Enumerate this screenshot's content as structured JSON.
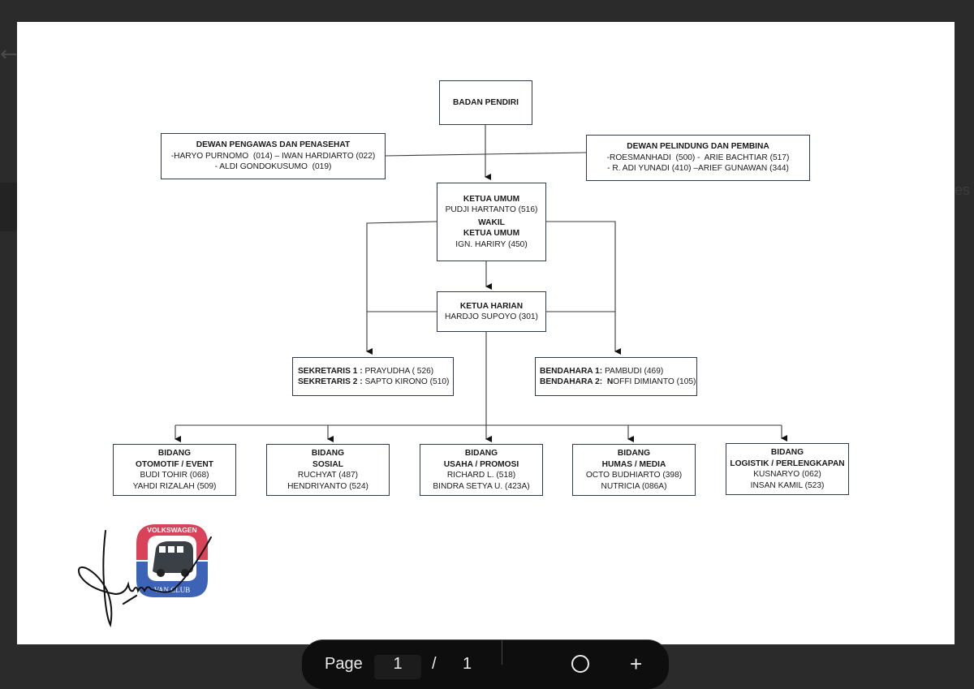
{
  "viewer": {
    "back_icon": "arrow-left-icon",
    "toolbar": {
      "page_label": "Page",
      "current_page": "1",
      "separator": "/",
      "total_pages": "1",
      "zoom_icon": "magnifier-icon",
      "zoom_in_label": "+"
    },
    "background_ghost_text": "es"
  },
  "colors": {
    "box_border": "#2f3a4a",
    "connector": "#3a3a3a",
    "logo_red": "#d9435a",
    "logo_blue": "#3d63b7",
    "logo_van": "#3b3f46",
    "viewer_bg": "#2b2b2b",
    "toolbar_bg": "#0e0e0e"
  },
  "org_chart": {
    "badan_pendiri": {
      "title": "BADAN PENDIRI"
    },
    "dewan_pengawas": {
      "title": "DEWAN PENGAWAS DAN PENASEHAT",
      "lines": [
        "-HARYO PURNOMO  (014) – IWAN HARDIARTO (022)",
        "- ALDI GONDOKUSUMO  (019)"
      ]
    },
    "dewan_pelindung": {
      "title": "DEWAN PELINDUNG DAN PEMBINA",
      "lines": [
        "-ROESMANHADI  (500) -  ARIE BACHTIAR (517)",
        "- R. ADI YUNADI (410) –ARIEF GUNAWAN (344)"
      ]
    },
    "ketua_umum": {
      "title": "KETUA UMUM",
      "name": "PUDJI HARTANTO (516)",
      "wakil_title_1": "WAKIL",
      "wakil_title_2": "KETUA UMUM",
      "wakil_name": "IGN. HARIRY (450)"
    },
    "ketua_harian": {
      "title": "KETUA HARIAN",
      "name": "HARDJO SUPOYO (301)"
    },
    "sekretaris": {
      "rows": [
        {
          "role": "SEKRETARIS 1 :",
          "name": " PRAYUDHA ( 526)"
        },
        {
          "role": "SEKRETARIS 2 :",
          "name": " SAPTO KIRONO (510)"
        }
      ]
    },
    "bendahara": {
      "rows": [
        {
          "role": "BENDAHARA 1:",
          "name": " PAMBUDI (469)"
        },
        {
          "role": "BENDAHARA 2:  N",
          "name": "OFFI DIMIANTO (105)"
        }
      ]
    },
    "bidang": [
      {
        "title_1": "BIDANG",
        "title_2": "OTOMOTIF / EVENT",
        "members": [
          "BUDI TOHIR (068)",
          "YAHDI RIZALAH (509)"
        ]
      },
      {
        "title_1": "BIDANG",
        "title_2": "SOSIAL",
        "members": [
          "RUCHYAT (487)",
          "HENDRIYANTO (524)"
        ]
      },
      {
        "title_1": "BIDANG",
        "title_2": "USAHA / PROMOSI",
        "members": [
          "RICHARD L. (518)",
          "BINDRA SETYA U. (423A)"
        ]
      },
      {
        "title_1": "BIDANG",
        "title_2": "HUMAS / MEDIA",
        "members": [
          "OCTO BUDHIARTO (398)",
          "NUTRICIA (086A)"
        ]
      },
      {
        "title_1": "BIDANG",
        "title_2": "LOGISTIK / PERLENGKAPAN",
        "members": [
          "KUSNARYO (062)",
          "INSAN  KAMIL (523)"
        ]
      }
    ]
  },
  "logo": {
    "top_text": "VOLKSWAGEN",
    "bottom_text": "VAN CLUB"
  }
}
